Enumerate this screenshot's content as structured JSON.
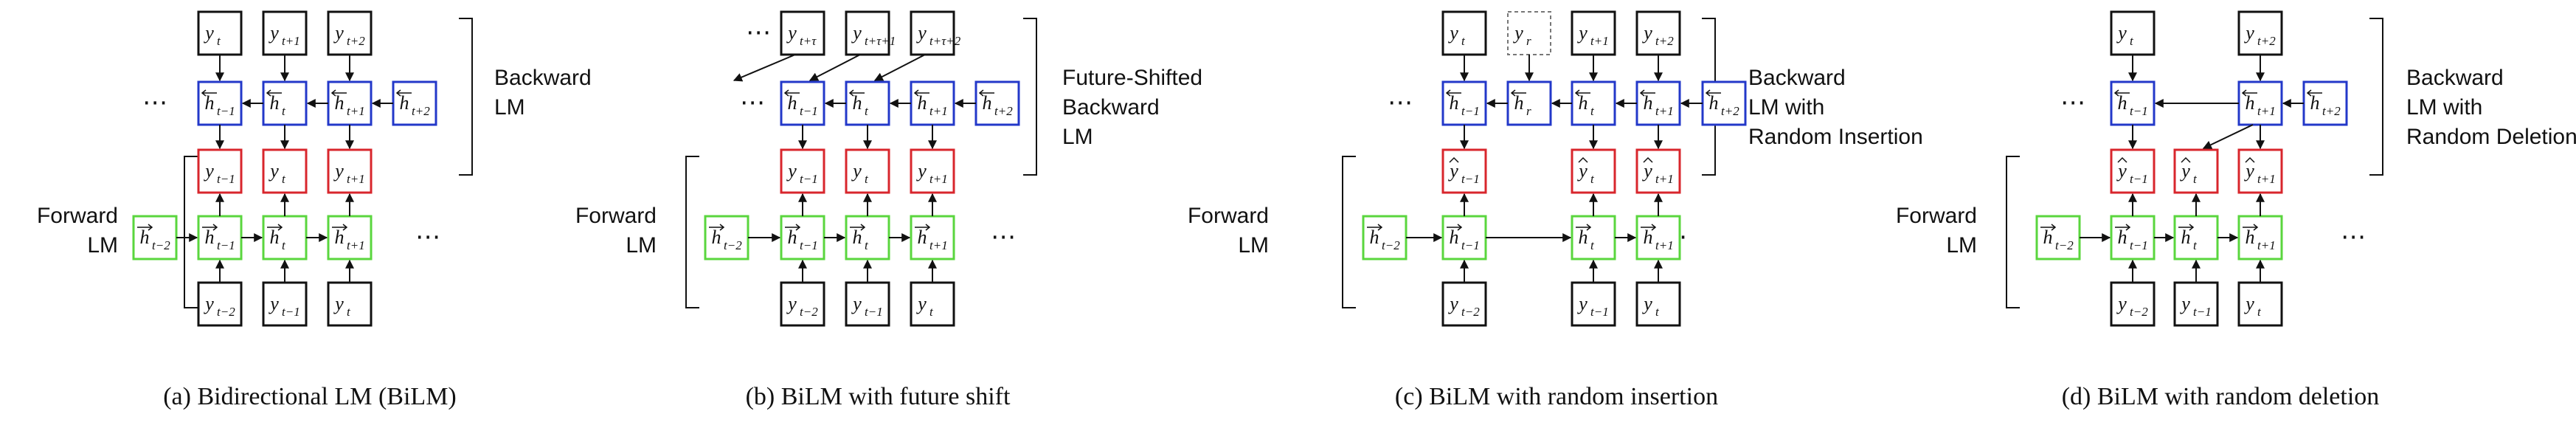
{
  "colors": {
    "black": "#111111",
    "blue": "#2338c9",
    "red": "#d8262c",
    "green": "#5ad63e",
    "dotted": "#777777"
  },
  "panels": [
    {
      "id": "a",
      "caption": "(a) Bidirectional LM (BiLM)",
      "backward_label": [
        "Backward",
        "LM"
      ],
      "forward_label": [
        "Forward",
        "LM"
      ],
      "top": [
        {
          "col": 2,
          "base": "y",
          "sub": "t"
        },
        {
          "col": 3,
          "base": "y",
          "sub": "t+1"
        },
        {
          "col": 4,
          "base": "y",
          "sub": "t+2"
        }
      ],
      "backward": [
        {
          "col": 2,
          "sub": "t−1"
        },
        {
          "col": 3,
          "sub": "t"
        },
        {
          "col": 4,
          "sub": "t+1"
        },
        {
          "col": 5,
          "sub": "t+2"
        }
      ],
      "middle": [
        {
          "col": 2,
          "sub": "t−1",
          "hat": false
        },
        {
          "col": 3,
          "sub": "t",
          "hat": false
        },
        {
          "col": 4,
          "sub": "t+1",
          "hat": false
        }
      ],
      "forward": [
        {
          "col": 1,
          "sub": "t−2"
        },
        {
          "col": 2,
          "sub": "t−1"
        },
        {
          "col": 3,
          "sub": "t"
        },
        {
          "col": 4,
          "sub": "t+1"
        }
      ],
      "bottom": [
        {
          "col": 2,
          "base": "y",
          "sub": "t−2"
        },
        {
          "col": 3,
          "base": "y",
          "sub": "t−1"
        },
        {
          "col": 4,
          "base": "y",
          "sub": "t"
        }
      ]
    },
    {
      "id": "b",
      "caption": "(b) BiLM with future shift",
      "backward_label": [
        "Future-Shifted",
        "Backward",
        "LM"
      ],
      "forward_label": [
        "Forward",
        "LM"
      ],
      "top": [
        {
          "col": 2,
          "base": "y",
          "sub": "t+τ"
        },
        {
          "col": 3,
          "base": "y",
          "sub": "t+τ+1"
        },
        {
          "col": 4,
          "base": "y",
          "sub": "t+τ+2"
        }
      ],
      "backward": [
        {
          "col": 2,
          "sub": "t−1"
        },
        {
          "col": 3,
          "sub": "t"
        },
        {
          "col": 4,
          "sub": "t+1"
        },
        {
          "col": 5,
          "sub": "t+2"
        }
      ],
      "middle": [
        {
          "col": 2,
          "sub": "t−1",
          "hat": false
        },
        {
          "col": 3,
          "sub": "t",
          "hat": false
        },
        {
          "col": 4,
          "sub": "t+1",
          "hat": false
        }
      ],
      "forward": [
        {
          "col": 1,
          "sub": "t−2"
        },
        {
          "col": 2,
          "sub": "t−1"
        },
        {
          "col": 3,
          "sub": "t"
        },
        {
          "col": 4,
          "sub": "t+1"
        }
      ],
      "bottom": [
        {
          "col": 2,
          "base": "y",
          "sub": "t−2"
        },
        {
          "col": 3,
          "base": "y",
          "sub": "t−1"
        },
        {
          "col": 4,
          "base": "y",
          "sub": "t"
        }
      ]
    },
    {
      "id": "c",
      "caption": "(c) BiLM with random insertion",
      "backward_label": [
        "Backward",
        "LM with",
        "Random Insertion"
      ],
      "forward_label": [
        "Forward",
        "LM"
      ],
      "top": [
        {
          "col": 2,
          "base": "y",
          "sub": "t"
        },
        {
          "col": 3,
          "base": "y",
          "sub": "r",
          "dashed": true
        },
        {
          "col": 4,
          "base": "y",
          "sub": "t+1"
        },
        {
          "col": 5,
          "base": "y",
          "sub": "t+2"
        }
      ],
      "backward": [
        {
          "col": 2,
          "sub": "t−1"
        },
        {
          "col": 3,
          "sub": "r"
        },
        {
          "col": 4,
          "sub": "t"
        },
        {
          "col": 5,
          "sub": "t+1"
        },
        {
          "col": 6,
          "sub": "t+2"
        }
      ],
      "middle": [
        {
          "col": 2,
          "sub": "t−1",
          "hat": true
        },
        {
          "col": 4,
          "sub": "t",
          "hat": true
        },
        {
          "col": 5,
          "sub": "t+1",
          "hat": true
        }
      ],
      "forward": [
        {
          "col": 1,
          "sub": "t−2"
        },
        {
          "col": 2,
          "sub": "t−1"
        },
        {
          "col": 4,
          "sub": "t"
        },
        {
          "col": 5,
          "sub": "t+1"
        }
      ],
      "bottom": [
        {
          "col": 2,
          "base": "y",
          "sub": "t−2"
        },
        {
          "col": 4,
          "base": "y",
          "sub": "t−1"
        },
        {
          "col": 5,
          "base": "y",
          "sub": "t"
        }
      ]
    },
    {
      "id": "d",
      "caption": "(d) BiLM with random deletion",
      "backward_label": [
        "Backward",
        "LM with",
        "Random Deletion"
      ],
      "forward_label": [
        "Forward",
        "LM"
      ],
      "top": [
        {
          "col": 2,
          "base": "y",
          "sub": "t"
        },
        {
          "col": 4,
          "base": "y",
          "sub": "t+2"
        }
      ],
      "backward": [
        {
          "col": 2,
          "sub": "t−1"
        },
        {
          "col": 4,
          "sub": "t+1"
        },
        {
          "col": 5,
          "sub": "t+2"
        }
      ],
      "middle": [
        {
          "col": 2,
          "sub": "t−1",
          "hat": true
        },
        {
          "col": 3,
          "sub": "t",
          "hat": true
        },
        {
          "col": 4,
          "sub": "t+1",
          "hat": true
        }
      ],
      "forward": [
        {
          "col": 1,
          "sub": "t−2"
        },
        {
          "col": 2,
          "sub": "t−1"
        },
        {
          "col": 3,
          "sub": "t"
        },
        {
          "col": 4,
          "sub": "t+1"
        }
      ],
      "bottom": [
        {
          "col": 2,
          "base": "y",
          "sub": "t−2"
        },
        {
          "col": 3,
          "base": "y",
          "sub": "t−1"
        },
        {
          "col": 4,
          "base": "y",
          "sub": "t"
        }
      ]
    }
  ]
}
